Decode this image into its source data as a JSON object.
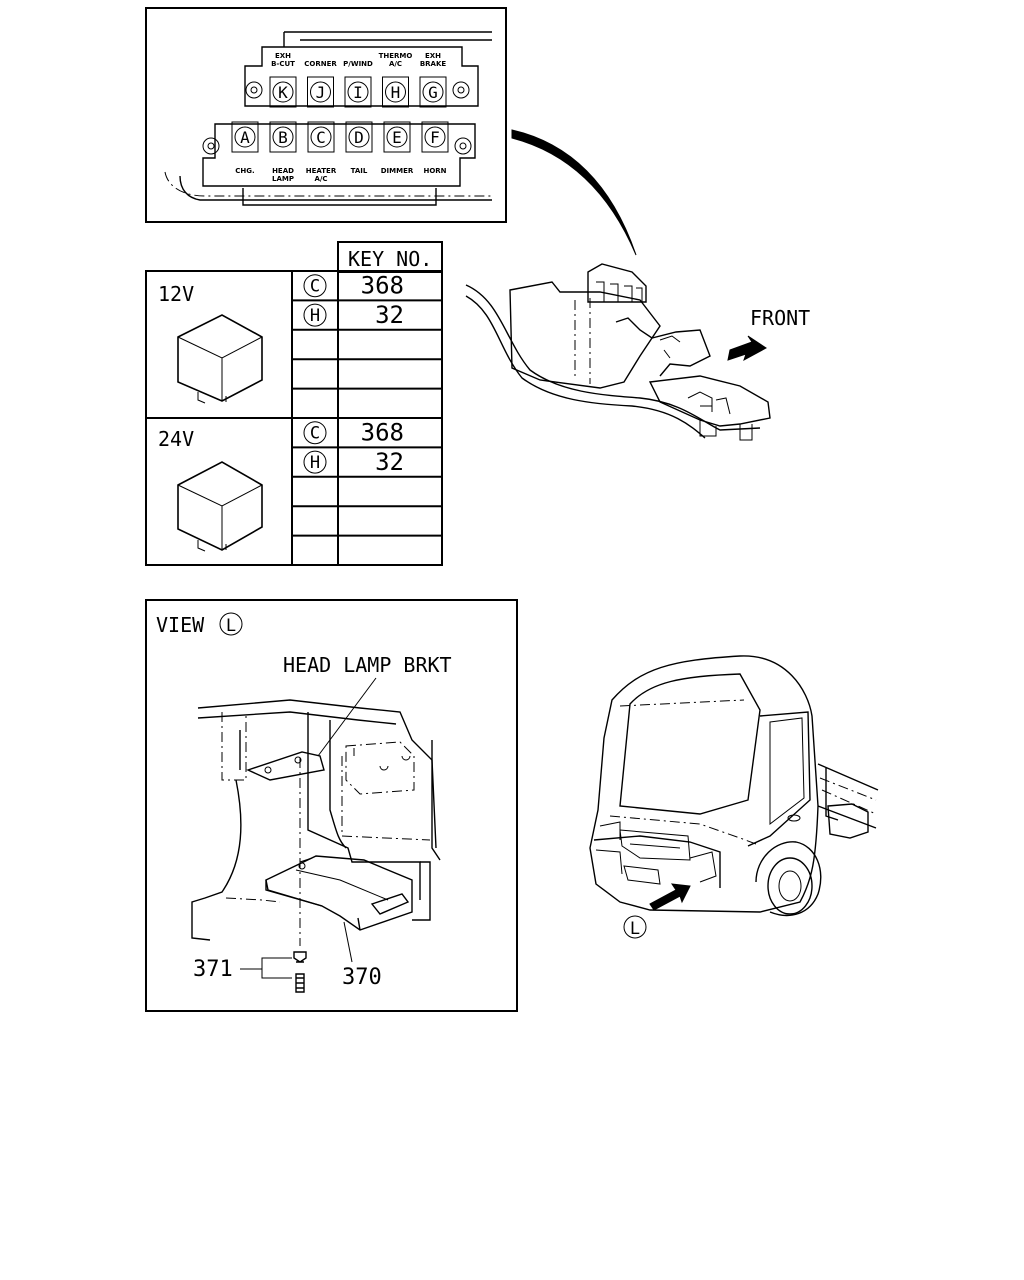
{
  "fuse_panel": {
    "top_row": [
      {
        "letter": "K",
        "label": [
          "EXH",
          "B-CUT"
        ]
      },
      {
        "letter": "J",
        "label": [
          "CORNER"
        ]
      },
      {
        "letter": "I",
        "label": [
          "P/WIND"
        ]
      },
      {
        "letter": "H",
        "label": [
          "THERMO",
          "A/C"
        ]
      },
      {
        "letter": "G",
        "label": [
          "EXH",
          "BRAKE"
        ]
      }
    ],
    "bottom_row": [
      {
        "letter": "A",
        "label": [
          "CHG."
        ]
      },
      {
        "letter": "B",
        "label": [
          "HEAD",
          "LAMP"
        ]
      },
      {
        "letter": "C",
        "label": [
          "HEATER",
          "A/C"
        ]
      },
      {
        "letter": "D",
        "label": [
          "TAIL"
        ]
      },
      {
        "letter": "E",
        "label": [
          "DIMMER"
        ]
      },
      {
        "letter": "F",
        "label": [
          "HORN"
        ]
      }
    ]
  },
  "key_table": {
    "header": "KEY NO.",
    "groups": [
      {
        "voltage": "12V",
        "rows": [
          {
            "letter": "C",
            "key": "368"
          },
          {
            "letter": "H",
            "key": "32"
          },
          {
            "letter": "",
            "key": ""
          },
          {
            "letter": "",
            "key": ""
          },
          {
            "letter": "",
            "key": ""
          }
        ]
      },
      {
        "voltage": "24V",
        "rows": [
          {
            "letter": "C",
            "key": "368"
          },
          {
            "letter": "H",
            "key": "32"
          },
          {
            "letter": "",
            "key": ""
          },
          {
            "letter": "",
            "key": ""
          },
          {
            "letter": "",
            "key": ""
          }
        ]
      }
    ]
  },
  "front_label": "FRONT",
  "view_panel": {
    "title": "VIEW",
    "view_letter": "L",
    "bracket_label": "HEAD LAMP BRKT",
    "callouts": [
      "371",
      "370"
    ]
  },
  "truck_view_letter": "L"
}
